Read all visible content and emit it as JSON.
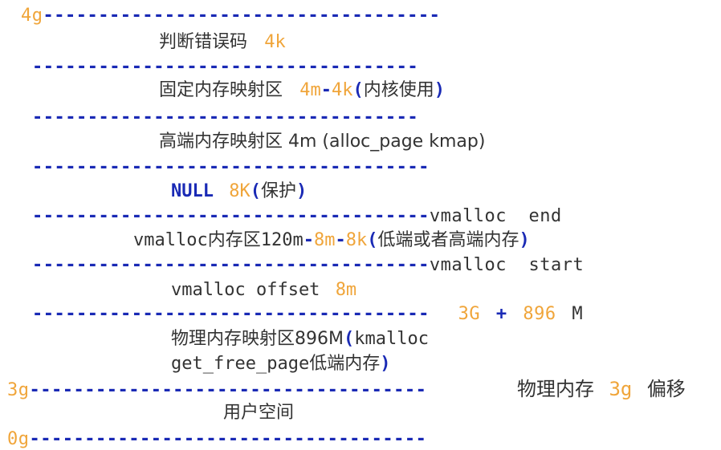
{
  "colors": {
    "dash": "#1a2ab5",
    "orange": "#f0a53a",
    "text": "#333333"
  },
  "lines": {
    "top_label": "4g",
    "top_dashes": "------------------------------------",
    "err_text": "判断错误码",
    "err_size": "4k",
    "sep2_dashes": "-----------------------------------",
    "fixed_text": "固定内存映射区",
    "fixed_a": "4m",
    "fixed_minus": "-",
    "fixed_b": "4k",
    "fixed_note_open": "(",
    "fixed_note": "内核使用",
    "fixed_note_close": ")",
    "sep3_dashes": "-----------------------------------",
    "high_text": "高端内存映射区 4m (alloc_page kmap)",
    "sep4_dashes": "------------------------------------",
    "null_text": "NULL",
    "null_size": "8K",
    "null_note_open": "(",
    "null_note": "保护",
    "null_note_close": ")",
    "vend_dashes": "------------------------------------",
    "vend_label": "vmalloc  end",
    "vm_prefix": "vmalloc",
    "vm_text": "内存区",
    "vm_size": "120m",
    "vm_minus1": "-",
    "vm_8m": "8m",
    "vm_minus2": "-",
    "vm_8k": "8k",
    "vm_note_open": "(",
    "vm_note": "低端或者高端内存",
    "vm_note_close": ")",
    "vstart_dashes": "------------------------------------",
    "vstart_label": "vmalloc  start",
    "offset_text": "vmalloc offset",
    "offset_size": "8m",
    "sep7_dashes": "------------------------------------",
    "sep7_3g": "3G",
    "sep7_plus": "+",
    "sep7_896": "896",
    "sep7_m": "M",
    "phys_text": "物理内存映射区896M",
    "phys_open": "(",
    "phys_kmalloc": "kmalloc",
    "phys_line2_a": "get_free_page",
    "phys_line2_b": "低端内存",
    "phys_close": ")",
    "g3_label": "3g",
    "g3_dashes": "------------------------------------",
    "g3_right_a": "物理内存",
    "g3_right_b": "3g",
    "g3_right_c": "偏移",
    "user_text": "用户空间",
    "g0_label": "0g",
    "g0_dashes": "------------------------------------"
  }
}
